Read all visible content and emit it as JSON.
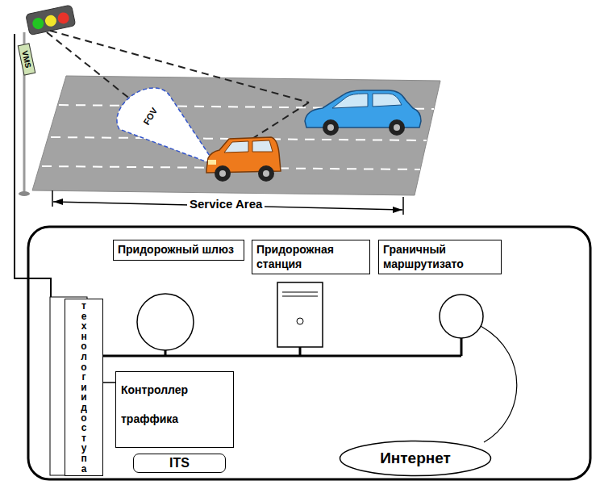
{
  "diagram": {
    "nodes": [
      {
        "text": [
          "VMS"
        ]
      },
      {
        "text": [
          "Придорожный шлюз"
        ]
      },
      {
        "text": [
          "Придорожная станция"
        ]
      },
      {
        "text": [
          "Граничный маршрутизато"
        ]
      },
      {
        "text": [
          "технологии доступа"
        ]
      },
      {
        "text": [
          "Контроллер траффика"
        ]
      },
      {
        "text": [
          "ITS"
        ]
      },
      {
        "text": [
          "Интернет"
        ]
      }
    ],
    "edges": [
      {
        "from": 4,
        "to": 5,
        "arrow": "none"
      }
    ],
    "labels": [
      "FOV",
      "Service Area"
    ]
  }
}
